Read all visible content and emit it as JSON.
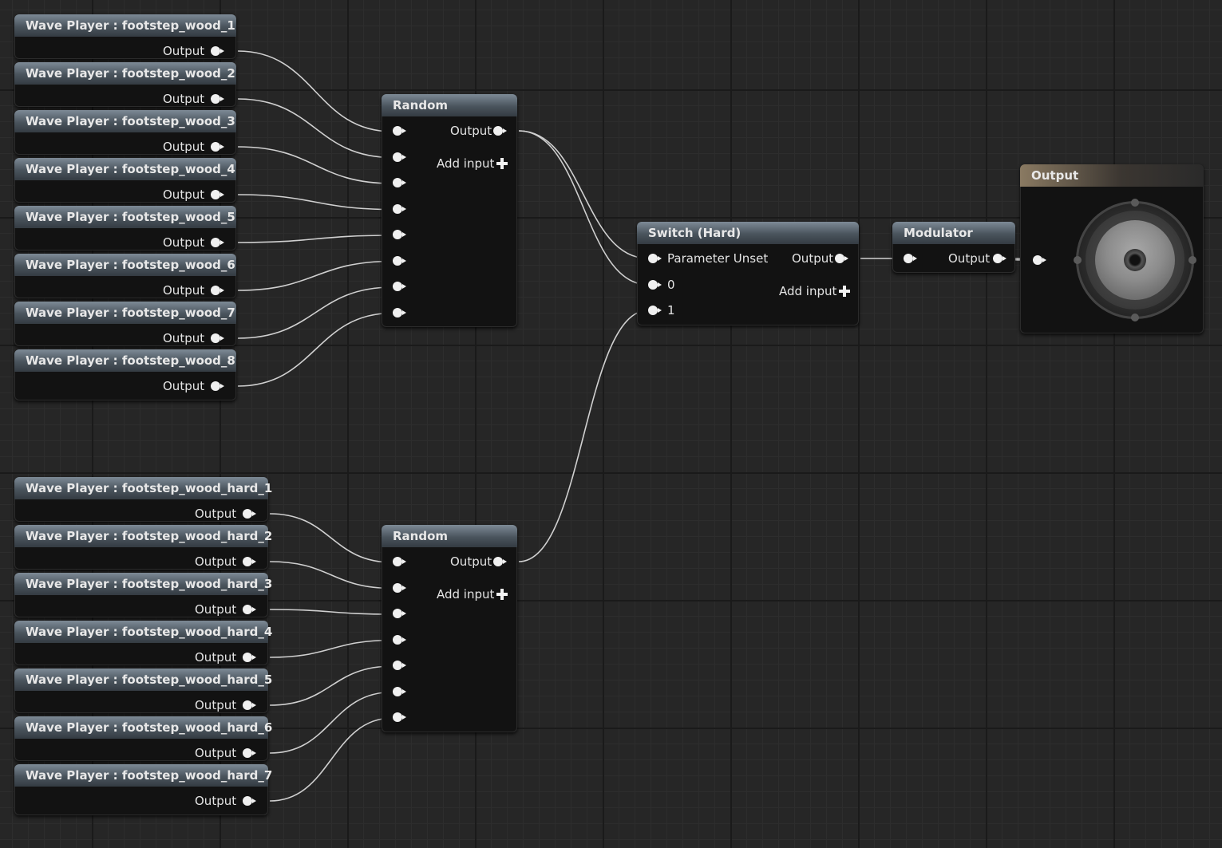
{
  "graph": {
    "wave_players": [
      {
        "title": "Wave Player : footstep_wood_1",
        "output": "Output"
      },
      {
        "title": "Wave Player : footstep_wood_2",
        "output": "Output"
      },
      {
        "title": "Wave Player : footstep_wood_3",
        "output": "Output"
      },
      {
        "title": "Wave Player : footstep_wood_4",
        "output": "Output"
      },
      {
        "title": "Wave Player : footstep_wood_5",
        "output": "Output"
      },
      {
        "title": "Wave Player : footstep_wood_6",
        "output": "Output"
      },
      {
        "title": "Wave Player : footstep_wood_7",
        "output": "Output"
      },
      {
        "title": "Wave Player : footstep_wood_8",
        "output": "Output"
      }
    ],
    "wave_players_hard": [
      {
        "title": "Wave Player : footstep_wood_hard_1",
        "output": "Output"
      },
      {
        "title": "Wave Player : footstep_wood_hard_2",
        "output": "Output"
      },
      {
        "title": "Wave Player : footstep_wood_hard_3",
        "output": "Output"
      },
      {
        "title": "Wave Player : footstep_wood_hard_4",
        "output": "Output"
      },
      {
        "title": "Wave Player : footstep_wood_hard_5",
        "output": "Output"
      },
      {
        "title": "Wave Player : footstep_wood_hard_6",
        "output": "Output"
      },
      {
        "title": "Wave Player : footstep_wood_hard_7",
        "output": "Output"
      }
    ],
    "random_top": {
      "title": "Random",
      "output": "Output",
      "add_input": "Add input"
    },
    "random_bottom": {
      "title": "Random",
      "output": "Output",
      "add_input": "Add input"
    },
    "switch": {
      "title": "Switch (Hard)",
      "param_label": "Parameter Unset",
      "input_0": "0",
      "input_1": "1",
      "output": "Output",
      "add_input": "Add input"
    },
    "modulator": {
      "title": "Modulator",
      "output": "Output"
    },
    "output_node": {
      "title": "Output"
    }
  },
  "colors": {
    "background": "#262626",
    "node_body": "#121212",
    "node_header": "#4a545d",
    "output_header": "#8a7a62",
    "wire": "#d0d0d0"
  },
  "icons": {
    "pin": "exec-pin-icon",
    "add": "plus-icon",
    "speaker": "speaker-icon"
  }
}
